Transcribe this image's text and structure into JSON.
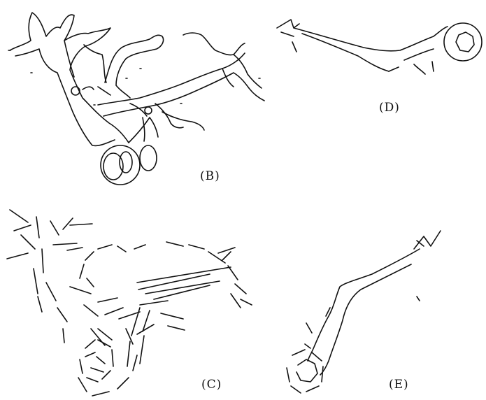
{
  "panels": [
    {
      "id": "B",
      "label": "(B)"
    },
    {
      "id": "C",
      "label": "(C)"
    },
    {
      "id": "D",
      "label": "(D)"
    },
    {
      "id": "E",
      "label": "(E)"
    }
  ]
}
